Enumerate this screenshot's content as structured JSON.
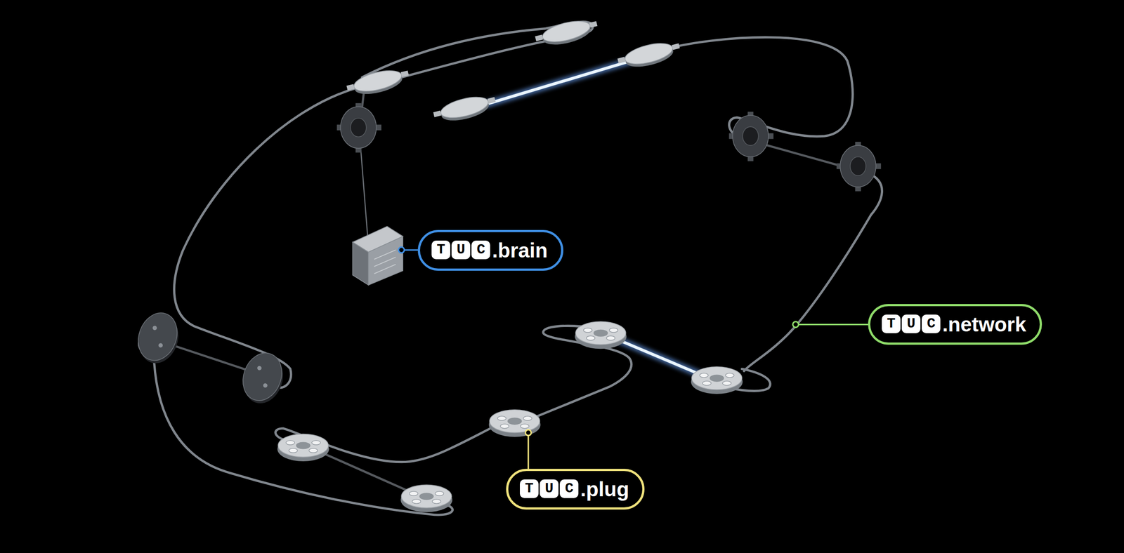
{
  "diagram": {
    "nodes": [
      {
        "text": [
          "TUC",
          ".brain"
        ]
      },
      {
        "text": [
          "TUC",
          ".network"
        ]
      },
      {
        "text": [
          "TUC",
          ".plug"
        ]
      }
    ]
  }
}
